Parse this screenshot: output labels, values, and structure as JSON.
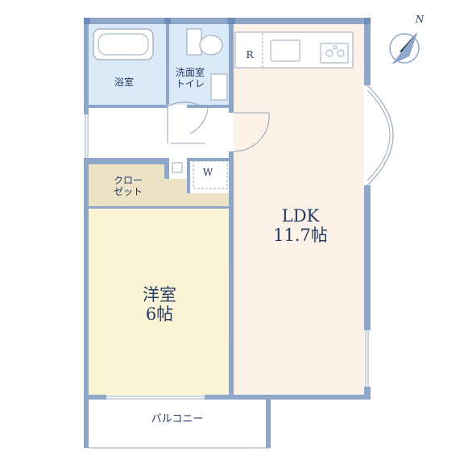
{
  "rooms": {
    "bath": "浴室",
    "washroom_line1": "洗面室",
    "washroom_line2": "トイレ",
    "closet_line1": "クロー",
    "closet_line2": "ゼット",
    "western_room_name": "洋室",
    "western_room_size": "6帖",
    "ldk_name": "LDK",
    "ldk_size": "11.7帖",
    "balcony": "バルコニー"
  },
  "fixtures": {
    "refrigerator": "R",
    "washer": "W"
  },
  "compass": {
    "north": "N"
  },
  "colors": {
    "wall": "#8ea6c8",
    "wall_dark": "#6f8db8",
    "wet_area": "#dbeaf8",
    "closet": "#ece3c6",
    "western_room": "#fbf3d6",
    "ldk": "#fcf1e6",
    "text": "#233a63",
    "line": "#9aa8bd"
  }
}
